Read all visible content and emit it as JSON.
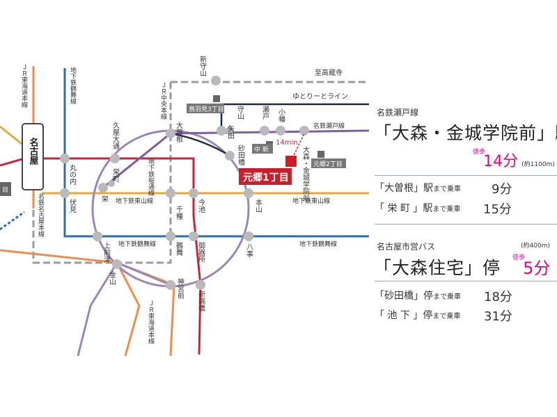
{
  "colors": {
    "jr_tokaido": "#f08c4a",
    "jr_chuo": "#9a9a9a",
    "meijo": "#9b86b9",
    "higashiyama": "#e4a936",
    "tsurumai": "#2d6ea8",
    "sakuradori": "#c8233a",
    "meitetsu_seto": "#7b5ea7",
    "meitetsu_nagoya": "#9a9a9a",
    "yutorito": "#1f2a44",
    "accent": "#e4007f",
    "station": "#b9b9b9",
    "highlight": "#c81f2b"
  },
  "map": {
    "stations": {
      "nagoya": "名古屋",
      "shin_moriyama": "新守山",
      "ozone": "大曽根",
      "yada": "矢田",
      "moriyama": "守山",
      "sunadabashi": "砂田橋",
      "seto_zenkoji": "瀬戸",
      "obata": "小幡",
      "omori_kinjo": "大森・金城学院前",
      "hisaya_odori": "久屋大通",
      "marunouchi": "丸の内",
      "sakae": "栄",
      "sakaemachi": "栄町",
      "fushimi": "伏見",
      "chikusa": "千種",
      "imaike": "今池",
      "motoyama": "本山",
      "kamimaezu": "上前津",
      "tsurumai": "鶴舞",
      "gokiso": "御器所",
      "yagoto": "八事",
      "kanayama": "金山",
      "jingu_mae": "神宮前",
      "aratamabashi": "新瑞橋"
    },
    "lines": {
      "jr_tokaido": "ＪＲ東海道本線",
      "jr_tokaido_south": "ＪＲ東海道本線",
      "tsurumai_north": "地下鉄鶴舞線",
      "jr_chuo": "ＪＲ中央本線",
      "sakuradori_v": "地下鉄桜通線",
      "meitetsu_nagoya": "名鉄名古屋本線",
      "higashiyama_mid": "地下鉄東山線",
      "higashiyama_right": "地下鉄東山線",
      "tsurumai_mid": "地下鉄鶴舞線",
      "tsurumai_right": "地下鉄鶴舞線",
      "to_kozoji": "至高蔵寺",
      "yutorito": "ゆとりーとライン",
      "meitetsu_seto": "名鉄瀬戸線"
    },
    "bus_stops": {
      "toriba": "鳥羽見3丁目",
      "nakaarai": "中 新",
      "motogo2": "元郷2丁目"
    },
    "site_label": "元郷1丁目",
    "walk_label": "14min",
    "edge_partial": "目"
  },
  "info": {
    "section1_line": "名鉄瀬戸線",
    "section1_station": "「大森・金城学院前」駅",
    "walk_mark": "徒歩",
    "walk1_minutes": "14分",
    "walk1_distance": "(約1100m)",
    "ride_rows": [
      {
        "station": "「大曽根」駅",
        "suffix": "まで乗車",
        "time": "9分"
      },
      {
        "station": "「 栄 町 」駅",
        "suffix": "まで乗車",
        "time": "15分"
      }
    ],
    "section2_line": "名古屋市営バス",
    "section2_distance": "(約400m)",
    "section2_stop": "「大森住宅」停",
    "walk2_minutes": "5分",
    "bus_rows": [
      {
        "station": "「砂田橋」停",
        "suffix": "まで乗車",
        "time": "18分"
      },
      {
        "station": "「 池 下 」停",
        "suffix": "まで乗車",
        "time": "31分"
      }
    ]
  }
}
